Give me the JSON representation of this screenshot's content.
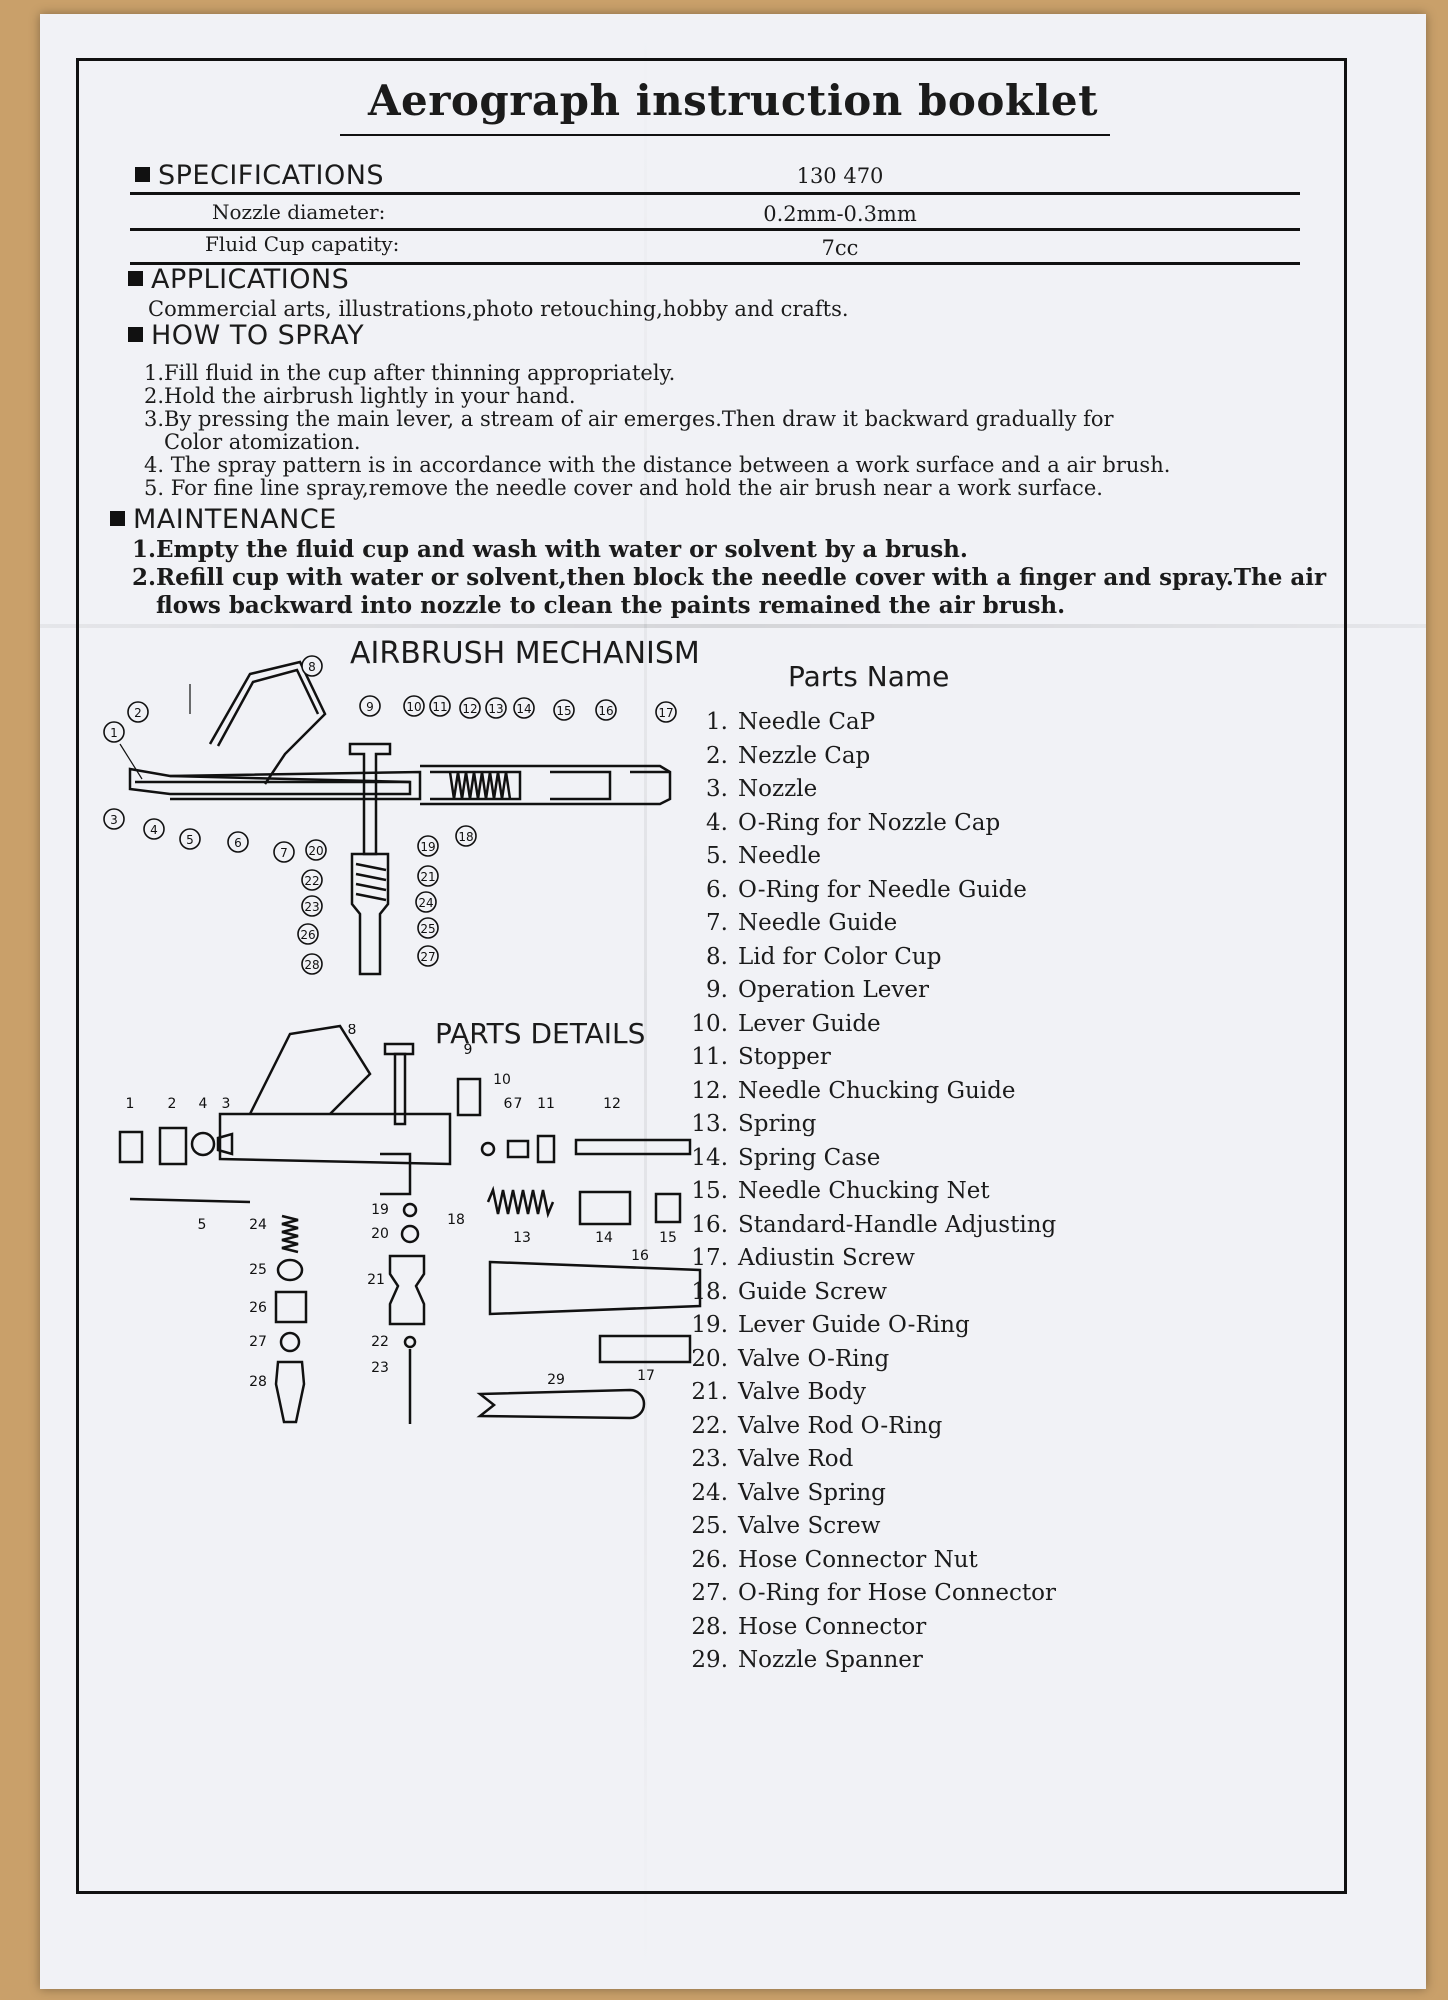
{
  "title": "Aerograph instruction booklet",
  "specifications": {
    "heading": "SPECIFICATIONS",
    "models": "130    470",
    "rows": [
      {
        "label": "Nozzle diameter:",
        "value": "0.2mm-0.3mm"
      },
      {
        "label": "Fluid Cup capatity:",
        "value": "7cc"
      }
    ]
  },
  "applications": {
    "heading": "APPLICATIONS",
    "text": "Commercial arts, illustrations,photo retouching,hobby and crafts."
  },
  "how_to_spray": {
    "heading": "HOW TO SPRAY",
    "items": [
      "1.Fill fluid in the cup after thinning appropriately.",
      "2.Hold the airbrush lightly in your hand.",
      "3.By pressing the main lever, a stream of air emerges.Then draw it backward gradually for",
      "Color atomization.",
      "4. The spray pattern is in accordance with the distance between a work surface and a air brush.",
      "5. For fine line spray,remove the needle cover and hold the air brush near a work surface."
    ]
  },
  "maintenance": {
    "heading": "MAINTENANCE",
    "items": [
      "1.Empty the fluid cup and wash with water or solvent by a brush.",
      "2.Refill cup with water or solvent,then block the needle cover with a finger and spray.The air",
      "flows backward into nozzle to clean the paints remained the air brush."
    ]
  },
  "mechanism": {
    "title": "AIRBRUSH MECHANISM",
    "callouts": [
      "1",
      "2",
      "3",
      "4",
      "5",
      "6",
      "7",
      "8",
      "9",
      "10",
      "11",
      "12",
      "13",
      "14",
      "15",
      "16",
      "17",
      "18",
      "19",
      "20",
      "21",
      "22",
      "23",
      "24",
      "25",
      "26",
      "27",
      "28"
    ]
  },
  "details": {
    "title": "PARTS DETAILS",
    "labels": [
      "1",
      "2",
      "4",
      "3",
      "5",
      "6",
      "7",
      "8",
      "9",
      "10",
      "11",
      "12",
      "13",
      "14",
      "15",
      "16",
      "17",
      "18",
      "19",
      "20",
      "21",
      "22",
      "23",
      "24",
      "25",
      "26",
      "27",
      "28",
      "29"
    ]
  },
  "parts": {
    "title": "Parts Name",
    "items": [
      {
        "num": "1.",
        "name": "Needle CaP"
      },
      {
        "num": "2.",
        "name": "Nezzle Cap"
      },
      {
        "num": "3.",
        "name": "Nozzle"
      },
      {
        "num": "4.",
        "name": "O-Ring for Nozzle Cap"
      },
      {
        "num": "5.",
        "name": "Needle"
      },
      {
        "num": "6.",
        "name": "O-Ring for Needle Guide"
      },
      {
        "num": "7.",
        "name": "Needle Guide"
      },
      {
        "num": "8.",
        "name": "Lid for Color Cup"
      },
      {
        "num": "9.",
        "name": "Operation Lever"
      },
      {
        "num": "10.",
        "name": "Lever Guide"
      },
      {
        "num": "11.",
        "name": "Stopper"
      },
      {
        "num": "12.",
        "name": "Needle Chucking Guide"
      },
      {
        "num": "13.",
        "name": "Spring"
      },
      {
        "num": "14.",
        "name": "Spring Case"
      },
      {
        "num": "15.",
        "name": "Needle Chucking Net"
      },
      {
        "num": "16.",
        "name": "Standard-Handle Adjusting"
      },
      {
        "num": "17.",
        "name": "Adiustin Screw"
      },
      {
        "num": "18.",
        "name": "Guide Screw"
      },
      {
        "num": "19.",
        "name": "Lever Guide O-Ring"
      },
      {
        "num": "20.",
        "name": "Valve O-Ring"
      },
      {
        "num": "21.",
        "name": "Valve Body"
      },
      {
        "num": "22.",
        "name": "Valve Rod O-Ring"
      },
      {
        "num": "23.",
        "name": "Valve Rod"
      },
      {
        "num": "24.",
        "name": "Valve Spring"
      },
      {
        "num": "25.",
        "name": "Valve Screw"
      },
      {
        "num": "26.",
        "name": "Hose Connector Nut"
      },
      {
        "num": "27.",
        "name": "O-Ring for Hose Connector"
      },
      {
        "num": "28.",
        "name": "Hose Connector"
      },
      {
        "num": "29.",
        "name": "Nozzle Spanner"
      }
    ]
  }
}
